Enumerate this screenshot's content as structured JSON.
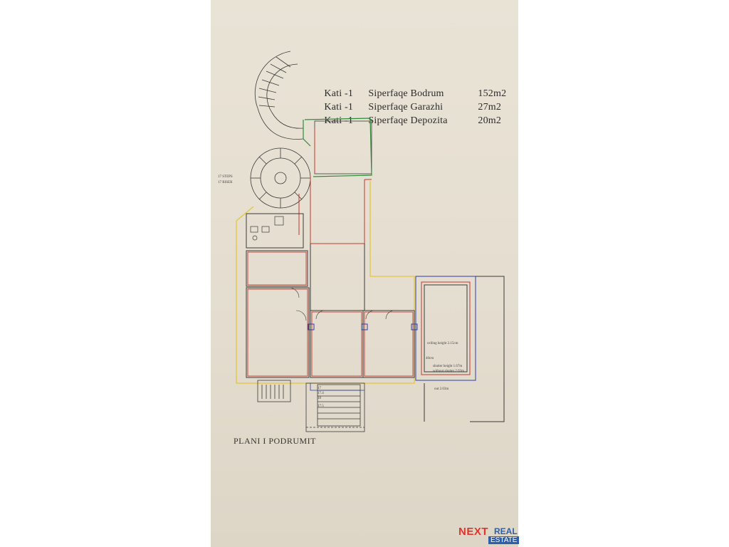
{
  "areas": [
    {
      "floor": "Kati -1",
      "label": "Siperfaqe Bodrum",
      "value": "152m2"
    },
    {
      "floor": "Kati -1",
      "label": "Siperfaqe Garazhi",
      "value": "27m2"
    },
    {
      "floor": "Kati -1",
      "label": "Siperfaqe Depozita",
      "value": "20m2"
    }
  ],
  "plan_title": "PLANI I PODRUMIT",
  "notes": {
    "steps": "17 STEPS",
    "riser": "17 RISER",
    "ceiling": "ceiling height 2.15cm",
    "dim_40": "40cm",
    "shutter": "shutter height 1.67m",
    "without_shutter": "without shutter 2.03m",
    "out": "out 2.03m",
    "lv1": "17",
    "lv2": "17.4",
    "lv3": "18",
    "lv4": "17.5"
  },
  "brand": {
    "next": "NEXT",
    "real": "REAL",
    "estate": "ESTATE"
  },
  "colors": {
    "red": "#c0392b",
    "green": "#2e8b3a",
    "yellow": "#e3c63a",
    "blue": "#2b3fa0",
    "wall": "#3a3a3a"
  }
}
